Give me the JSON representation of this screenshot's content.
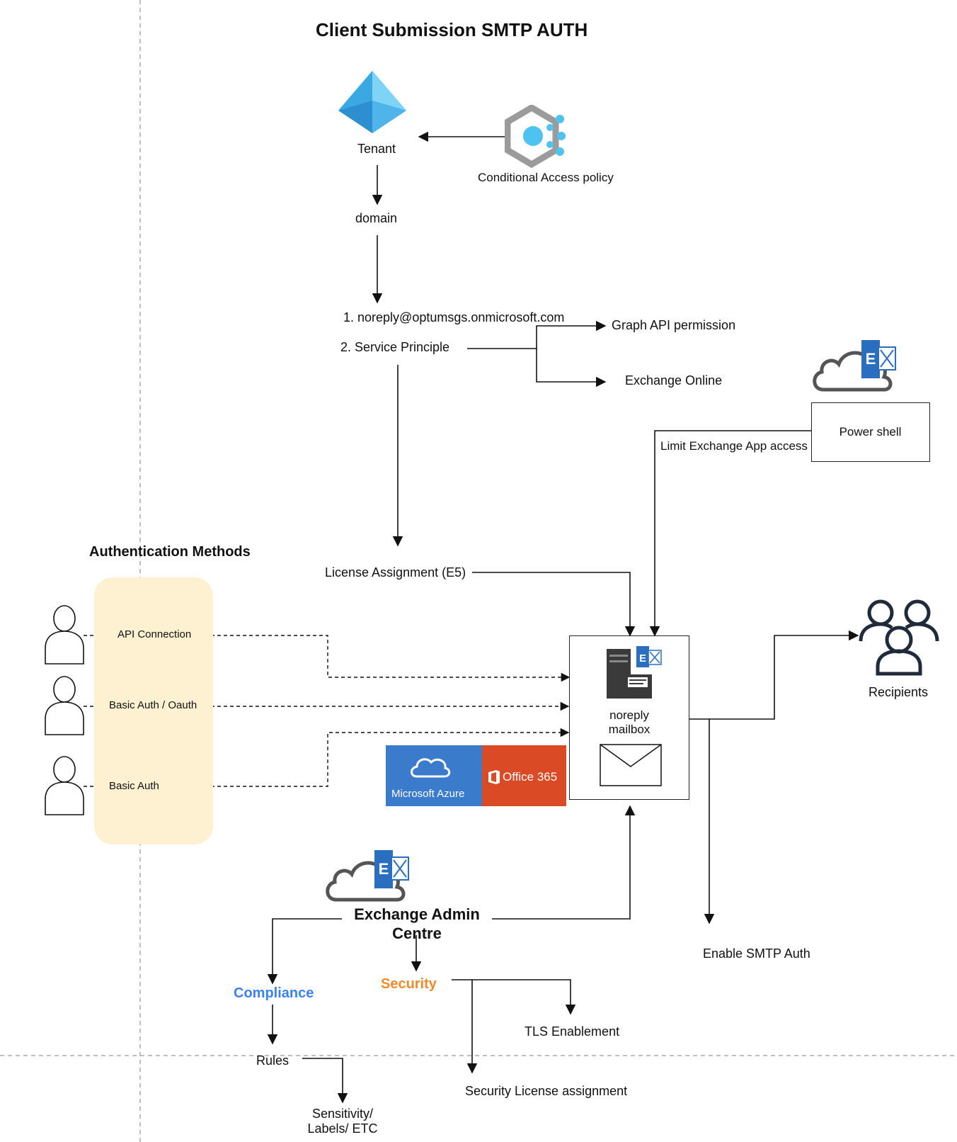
{
  "diagram": {
    "title": "Client Submission SMTP AUTH",
    "nodes": {
      "tenant": "Tenant",
      "conditional_access": "Conditional Access policy",
      "domain": "domain",
      "noreply_account": "1. noreply@optumsgs.onmicrosoft.com",
      "service_principle": "2. Service Principle",
      "graph_api": "Graph API permission",
      "exchange_online": "Exchange Online",
      "power_shell": "Power shell",
      "limit_exchange": "Limit Exchange App access",
      "license_assignment": "License Assignment (E5)",
      "mailbox": "noreply mailbox",
      "recipients": "Recipients",
      "enable_smtp": "Enable SMTP Auth",
      "exchange_admin": "Exchange Admin Centre",
      "compliance": "Compliance",
      "security": "Security",
      "rules": "Rules",
      "sensitivity": "Sensitivity/ Labels/ ETC",
      "tls": "TLS Enablement",
      "security_license": "Security License assignment"
    },
    "auth": {
      "heading": "Authentication Methods",
      "methods": [
        "API Connection",
        "Basic Auth / Oauth",
        "Basic Auth"
      ]
    },
    "logos": {
      "azure": "Microsoft Azure",
      "office": "Office 365"
    },
    "colors": {
      "compliance": "#3b82f6",
      "security": "#f08a2c",
      "auth_band": "#fdf1d1",
      "azure_blue": "#3a7ccb",
      "office_red": "#da4a24",
      "exchange_blue": "#2a6fbf"
    },
    "icons": [
      "azure-ad-pyramid-icon",
      "conditional-access-icon",
      "exchange-cloud-icon",
      "user-icon",
      "server-exchange-icon",
      "envelope-icon",
      "recipients-group-icon"
    ]
  }
}
